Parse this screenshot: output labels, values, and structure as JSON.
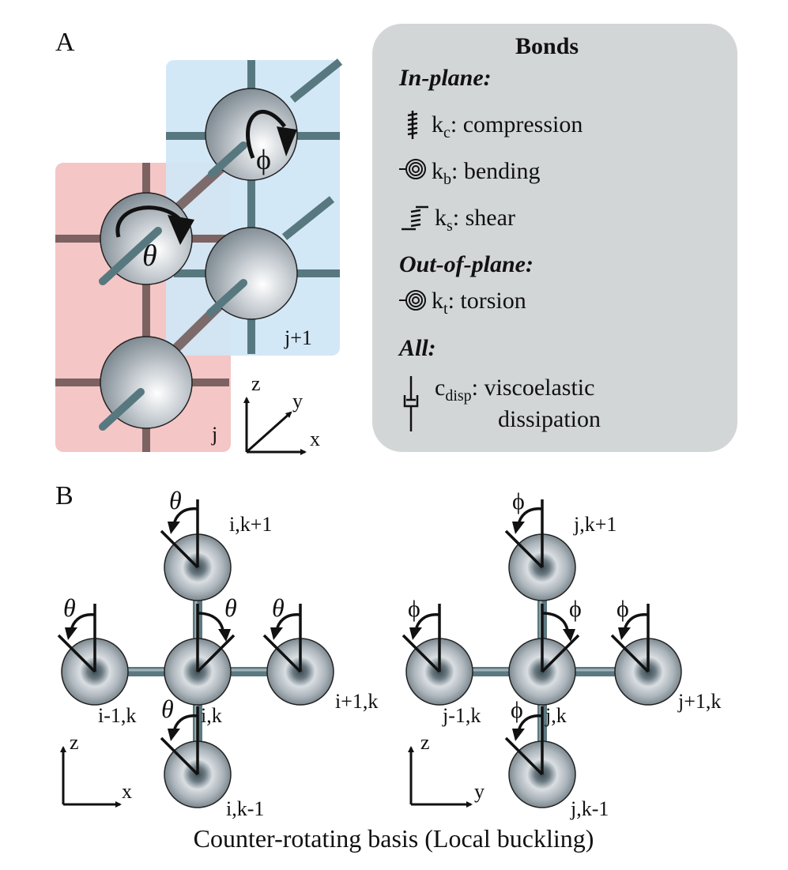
{
  "panelA": {
    "label": "A",
    "angle_theta": "θ",
    "angle_phi": "ϕ",
    "column_j": "j",
    "column_j1": "j+1",
    "axes": {
      "z": "z",
      "y": "y",
      "x": "x"
    }
  },
  "legend": {
    "title": "Bonds",
    "in_plane_heading": "In-plane:",
    "compression": {
      "sym": "k",
      "sub": "c",
      "desc": ": compression"
    },
    "bending": {
      "sym": "k",
      "sub": "b",
      "desc": ": bending"
    },
    "shear": {
      "sym": "k",
      "sub": "s",
      "desc": ": shear"
    },
    "out_of_plane_heading": "Out-of-plane:",
    "torsion": {
      "sym": "k",
      "sub": "t",
      "desc": ": torsion"
    },
    "all_heading": "All:",
    "dissipation": {
      "sym": "c",
      "sub": "disp",
      "desc": ": viscoelastic",
      "desc2": "dissipation"
    }
  },
  "panelB": {
    "label": "B",
    "left": {
      "angle": "θ",
      "top": "i,k+1",
      "left": "i-1,k",
      "center": "i,k",
      "right": "i+1,k",
      "bottom": "i,k-1",
      "axes": {
        "z": "z",
        "x": "x"
      }
    },
    "right": {
      "angle": "ϕ",
      "top": "j,k+1",
      "left": "j-1,k",
      "center": "j,k",
      "right": "j+1,k",
      "bottom": "j,k-1",
      "axes": {
        "z": "z",
        "y": "y"
      }
    },
    "caption": "Counter-rotating basis (Local buckling)"
  },
  "colors": {
    "red_region": "#f4c6c6",
    "blue_region": "#cfe6f5",
    "legend_bg": "#d3d6d7",
    "rod_teal": "#5e8088",
    "rod_brown": "#8a6b6b"
  }
}
